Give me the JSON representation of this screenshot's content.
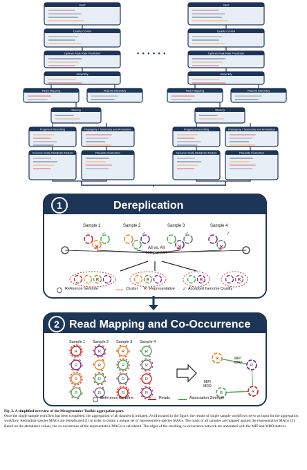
{
  "workflow": {
    "input": "Input",
    "quality_control": "Quality Control",
    "optimal_peak_rate": "Optimal Peak Rate Prediction",
    "assembly": "Assembly",
    "read_mapping": "Read Mapping",
    "plasmid_assembly": "Plasmid Assembly",
    "binning": "Binning",
    "fragment_recruiting": "Fragment Recruiting",
    "phylogeny": "Phylogeny / Taxonomy and Annotation",
    "genome_scale": "Genome Scale Metabolic Models",
    "plasmids_eval": "Plasmids Evaluation",
    "ellipsis": "• • • • • •"
  },
  "panel1": {
    "number": "1",
    "title": "Dereplication",
    "samples": [
      "Sample 1",
      "Sample 2",
      "Sample 3",
      "Sample 4"
    ],
    "comparison": "All vs. All comparison",
    "legend": {
      "reference": "Reference Genome",
      "cluster": "Cluster",
      "representative": "Representative",
      "accepted": "Accepted Genome Quality"
    }
  },
  "panel2": {
    "number": "2",
    "title": "Read Mapping and Co-Occurrence",
    "samples": [
      "Sample 1",
      "Sample 2",
      "Sample 3",
      "Sample 4"
    ],
    "edge_label_1": "MIP/ MRO",
    "edge_label_2": "MIP/ MRO",
    "legend": {
      "reference": "Reference Genome",
      "reads": "Reads",
      "association": "Association Strength"
    }
  },
  "caption": {
    "label": "Fig. 3.",
    "title": "A simplified overview of the Metagenomics-Toolkit aggregation part.",
    "body": "Once the single sample workflow has been completed, the aggregation of all datasets is initiated. As illustrated in the figure, the results of single sample workflows serve as input for the aggregation workflow. Redundant species MAGs are dereplicated (1) in order to obtain a unique set of representative species MAGs. The reads of all samples are mapped against the representative MAGs (2). Based on the abundance values, the co-occurrence of the representative MAGs is calculated. The edges of the resulting co-occurrence network are annotated with the MIP and MRO metrics."
  },
  "colors": {
    "navy": "#1d3557",
    "box_fill": "#e8eef6",
    "red": "#d62828",
    "orange": "#f28c28",
    "green": "#4caf50",
    "purple": "#7b2d8b",
    "gray": "#6c757d"
  }
}
